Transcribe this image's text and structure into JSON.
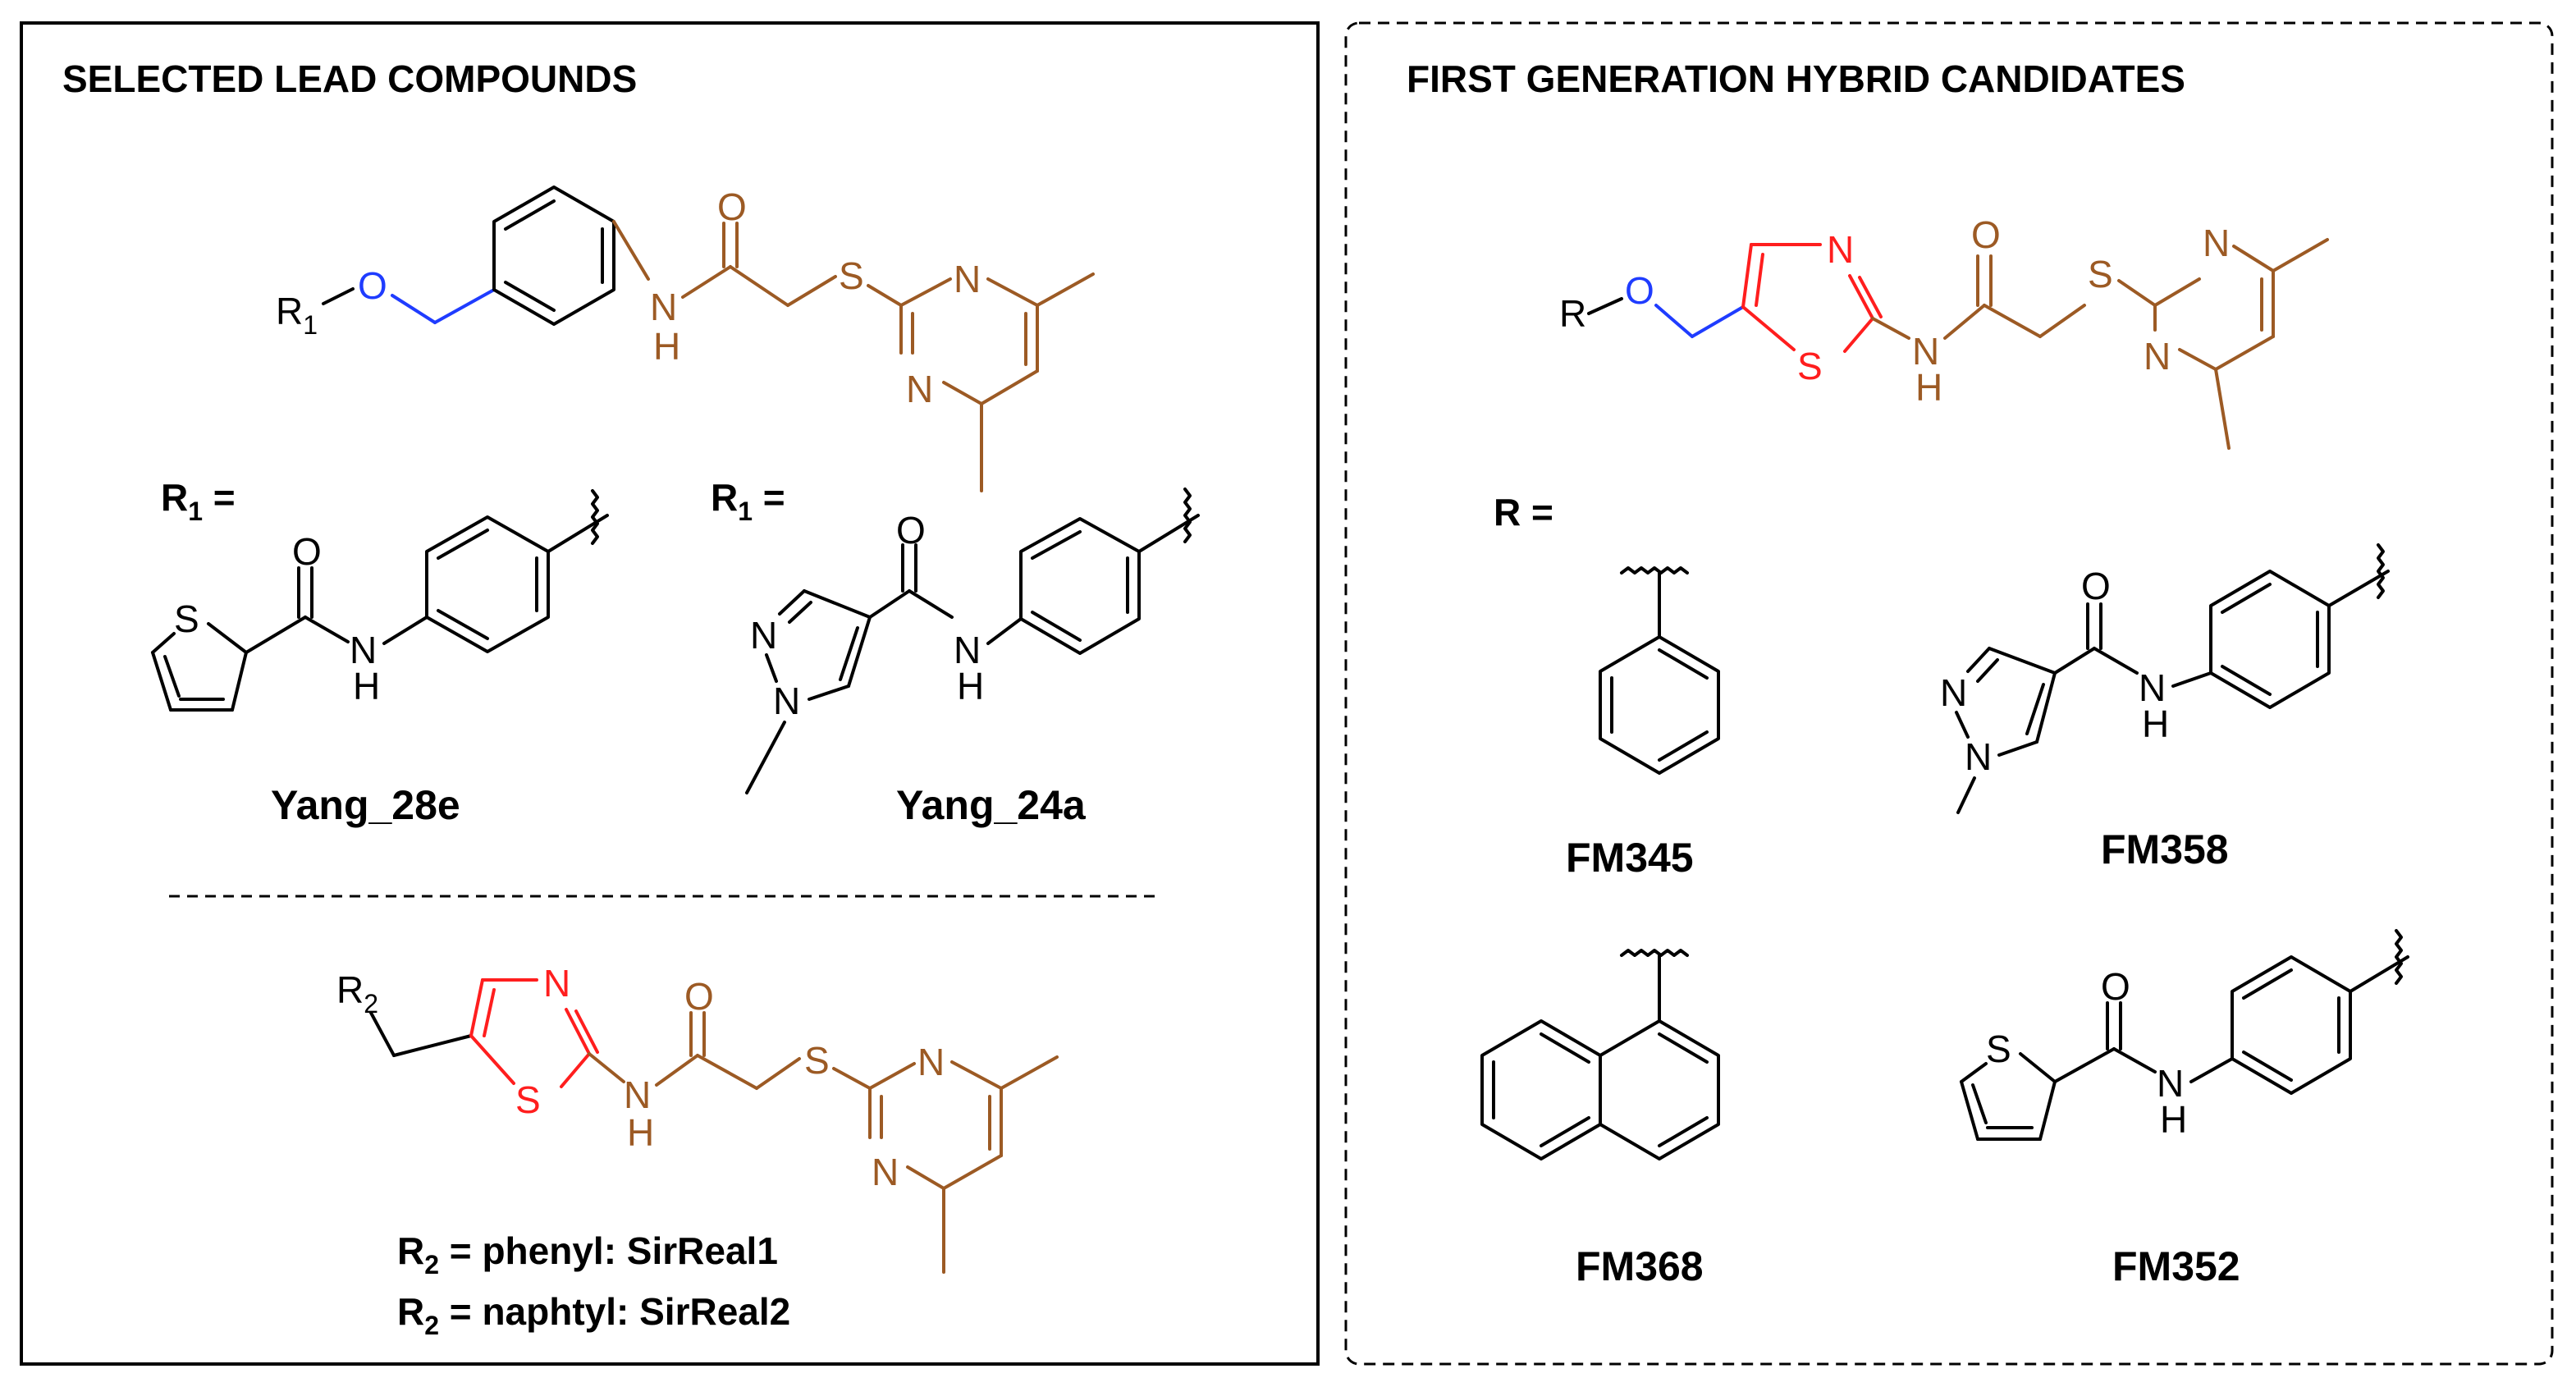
{
  "left_panel": {
    "title": "SELECTED LEAD COMPOUNDS",
    "r1_label": "R",
    "r1_sub": "1",
    "r1_eq": " =",
    "compound_a": "Yang_28e",
    "compound_b": "Yang_24a",
    "r2_label": "R",
    "r2_sub": "2",
    "line1_rest": " = phenyl:  SirReal1",
    "line2_rest": " = naphtyl:  SirReal2"
  },
  "right_panel": {
    "title": "FIRST GENERATION HYBRID CANDIDATES",
    "r_label": "R",
    "r_eq": "R =",
    "compounds": [
      "FM345",
      "FM358",
      "FM368",
      "FM352"
    ]
  },
  "atoms": {
    "O": "O",
    "N": "N",
    "S": "S",
    "H": "H",
    "R": "R"
  },
  "colors": {
    "linker_blue": "#1f3cff",
    "thiazole_red": "#ff1e1e",
    "scaffold_brown": "#9c5a24",
    "frame": "#000000"
  }
}
